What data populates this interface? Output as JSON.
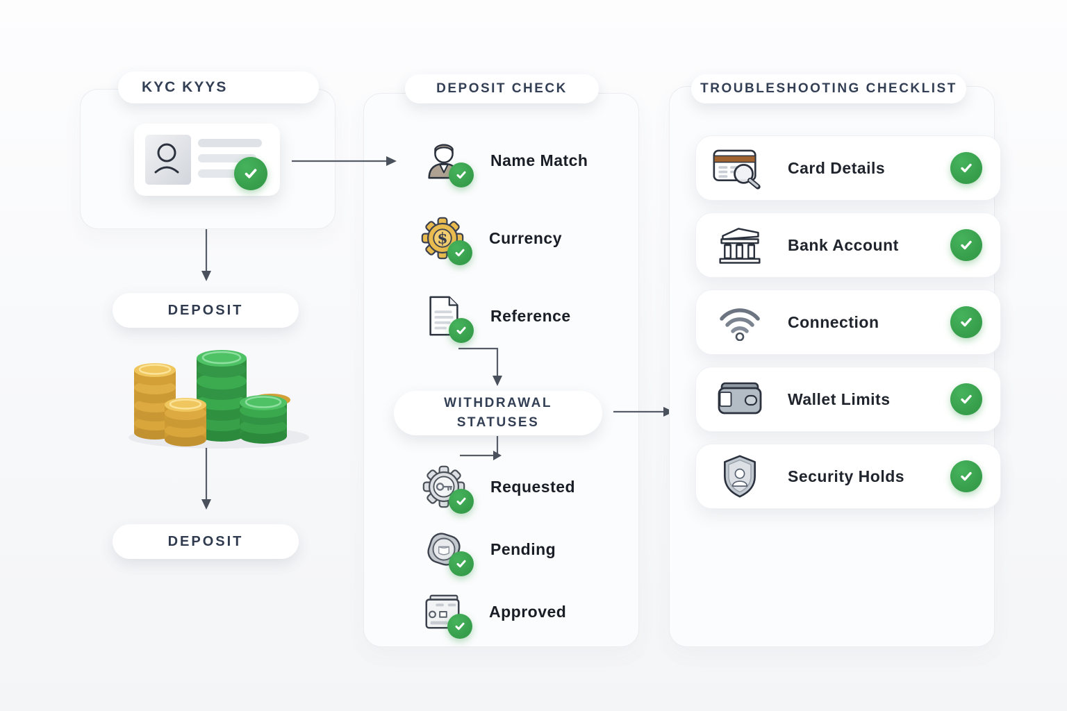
{
  "palette": {
    "background": "#f7f8fa",
    "panel_border": "#ececf1",
    "heading_text": "#333f54",
    "label_text": "#20242c",
    "check_green": "#369d4b",
    "arrow": "#565d68",
    "coin_gold": "#d9a844",
    "coin_green": "#3fae56"
  },
  "kyc": {
    "header": "KYC KYYS",
    "id_card_icon": "id-card-with-check",
    "deposit_button_1": "DEPOSIT",
    "deposit_button_2": "DEPOSIT",
    "coins_icon": "coin-stacks"
  },
  "deposit_check": {
    "header": "DEPOSIT CHECK",
    "items": [
      {
        "label": "Name Match",
        "icon": "person-icon",
        "checked": true
      },
      {
        "label": "Currency",
        "icon": "gear-dollar-icon",
        "checked": true
      },
      {
        "label": "Reference",
        "icon": "document-icon",
        "checked": true
      }
    ],
    "withdrawal_box": {
      "line1": "WITHDRAWAL",
      "line2": "STATUSES"
    },
    "statuses": [
      {
        "label": "Requested",
        "icon": "gear-key-icon",
        "checked": true
      },
      {
        "label": "Pending",
        "icon": "badge-icon",
        "checked": true
      },
      {
        "label": "Approved",
        "icon": "window-icon",
        "checked": true
      }
    ]
  },
  "troubleshooting": {
    "header": "TROUBLESHOOTING CHECKLIST",
    "items": [
      {
        "label": "Card Details",
        "icon": "card-search-icon",
        "checked": true
      },
      {
        "label": "Bank Account",
        "icon": "bank-icon",
        "checked": true
      },
      {
        "label": "Connection",
        "icon": "wifi-icon",
        "checked": true
      },
      {
        "label": "Wallet Limits",
        "icon": "wallet-icon",
        "checked": true
      },
      {
        "label": "Security Holds",
        "icon": "shield-user-icon",
        "checked": true
      }
    ]
  }
}
